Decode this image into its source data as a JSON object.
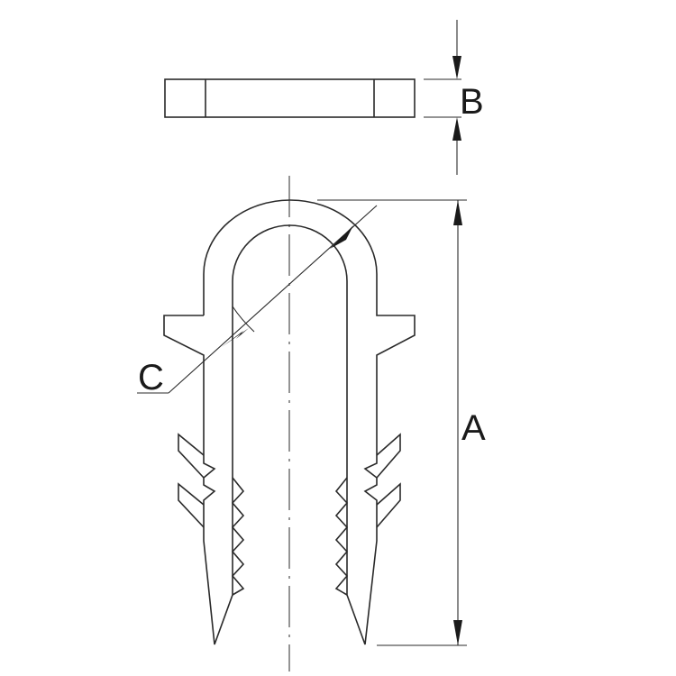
{
  "drawing": {
    "dimension_labels": {
      "a": "A",
      "b": "B",
      "c": "C"
    }
  }
}
